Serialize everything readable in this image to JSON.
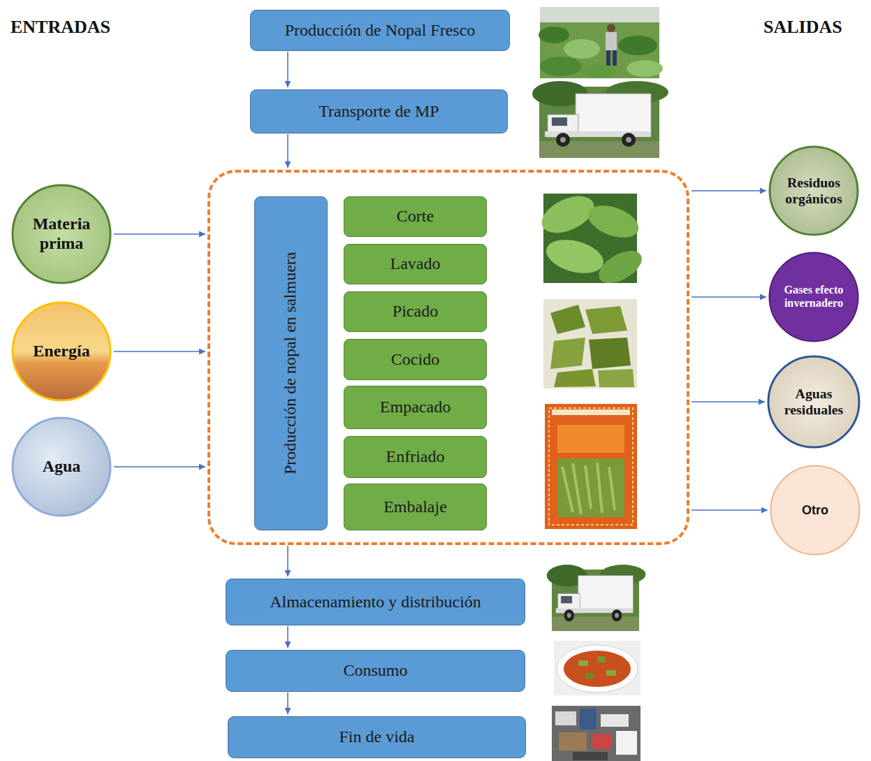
{
  "diagram": {
    "nodes": [
      {
        "text": [
          "Producción de Nopal Fresco"
        ]
      },
      {
        "text": [
          "Transporte de MP"
        ]
      },
      {
        "text": []
      },
      {
        "text": [
          "Producción de nopal en salmuera"
        ],
        "in": 2
      },
      {
        "text": [
          "Corte"
        ],
        "in": 2
      },
      {
        "text": [
          "Lavado"
        ],
        "in": 2
      },
      {
        "text": [
          "Picado"
        ],
        "in": 2
      },
      {
        "text": [
          "Cocido"
        ],
        "in": 2
      },
      {
        "text": [
          "Empacado"
        ],
        "in": 2
      },
      {
        "text": [
          "Enfriado"
        ],
        "in": 2
      },
      {
        "text": [
          "Embalaje"
        ],
        "in": 2
      },
      {
        "text": [
          "Materia prima"
        ]
      },
      {
        "text": [
          "Energía"
        ]
      },
      {
        "text": [
          "Agua"
        ]
      },
      {
        "text": [
          "Residuos orgánicos"
        ]
      },
      {
        "text": [
          "Gases efecto invernadero"
        ]
      },
      {
        "text": [
          "Aguas residuales"
        ]
      },
      {
        "text": [
          "Otro"
        ]
      },
      {
        "text": [
          "Almacenamiento y distribución"
        ]
      },
      {
        "text": [
          "Consumo"
        ]
      },
      {
        "text": [
          "Fin de vida"
        ]
      }
    ],
    "edges": [
      {
        "from": 0,
        "to": 1,
        "arrow": "to"
      },
      {
        "from": 1,
        "to": 2,
        "arrow": "to"
      },
      {
        "from": 11,
        "to": 2,
        "arrow": "to"
      },
      {
        "from": 12,
        "to": 2,
        "arrow": "to"
      },
      {
        "from": 13,
        "to": 2,
        "arrow": "to"
      },
      {
        "from": 2,
        "to": 14,
        "arrow": "to"
      },
      {
        "from": 2,
        "to": 15,
        "arrow": "to"
      },
      {
        "from": 2,
        "to": 16,
        "arrow": "to"
      },
      {
        "from": 2,
        "to": 17,
        "arrow": "to"
      },
      {
        "from": 2,
        "to": 18,
        "arrow": "to"
      },
      {
        "from": 18,
        "to": 19,
        "arrow": "to"
      },
      {
        "from": 19,
        "to": 20,
        "arrow": "to"
      }
    ],
    "labels": [
      "ENTRADAS",
      "SALIDAS"
    ]
  }
}
